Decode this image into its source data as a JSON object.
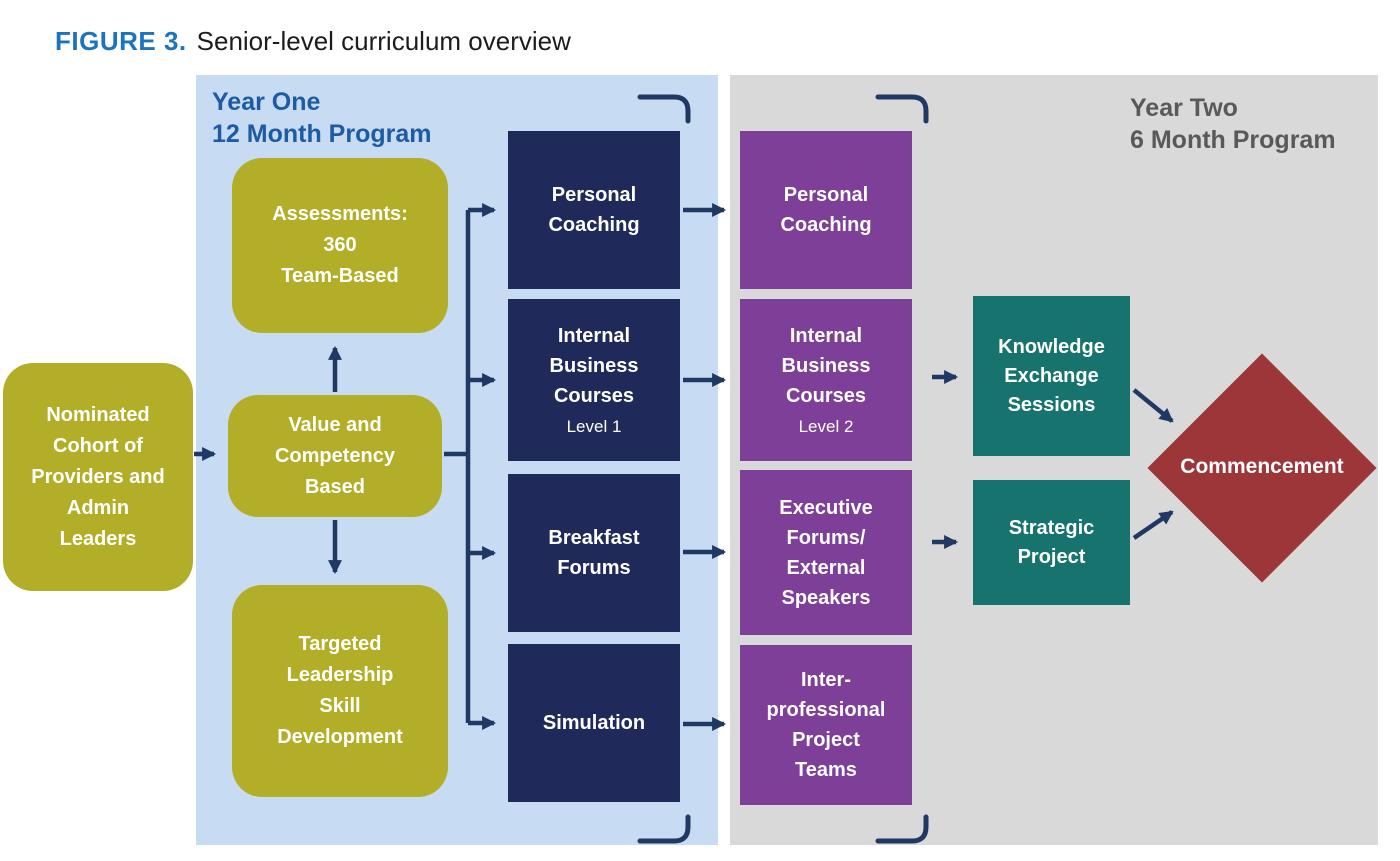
{
  "figure": {
    "label": "FIGURE 3.",
    "title": "Senior-level curriculum overview"
  },
  "panels": {
    "year_one": {
      "heading": "Year One\n12 Month Program"
    },
    "year_two": {
      "heading": "Year Two\n6 Month Program"
    }
  },
  "nodes": {
    "cohort": {
      "label": "Nominated\nCohort of\nProviders and\nAdmin\nLeaders"
    },
    "assessments": {
      "label": "Assessments:\n360\nTeam-Based"
    },
    "value_competency": {
      "label": "Value and\nCompetency\nBased"
    },
    "targeted_leadership": {
      "label": "Targeted\nLeadership\nSkill\nDevelopment"
    },
    "year_one_activities": [
      {
        "label": "Personal\nCoaching"
      },
      {
        "label": "Internal\nBusiness\nCourses",
        "sublabel": "Level 1"
      },
      {
        "label": "Breakfast\nForums"
      },
      {
        "label": "Simulation"
      }
    ],
    "year_two_activities": [
      {
        "label": "Personal\nCoaching"
      },
      {
        "label": "Internal\nBusiness\nCourses",
        "sublabel": "Level 2"
      },
      {
        "label": "Executive\nForums/\nExternal\nSpeakers"
      },
      {
        "label": "Inter-\nprofessional\nProject\nTeams"
      }
    ],
    "capstones": [
      {
        "label": "Knowledge\nExchange\nSessions"
      },
      {
        "label": "Strategic\nProject"
      }
    ],
    "commencement": {
      "label": "Commencement"
    }
  },
  "colors": {
    "figure_label_blue": "#1b74bc",
    "year_one_panel": "#c7dcf2",
    "year_two_panel": "#d9d9d9",
    "year_one_heading": "#1d5ba4",
    "year_two_heading": "#595959",
    "olive_node": "#b2ae27",
    "navy_node": "#1f2a5a",
    "purple_node": "#7d3f98",
    "teal_node": "#17736d",
    "maroon_diamond": "#9d3639",
    "arrow": "#1f3864",
    "node_text": "#ffffff"
  }
}
